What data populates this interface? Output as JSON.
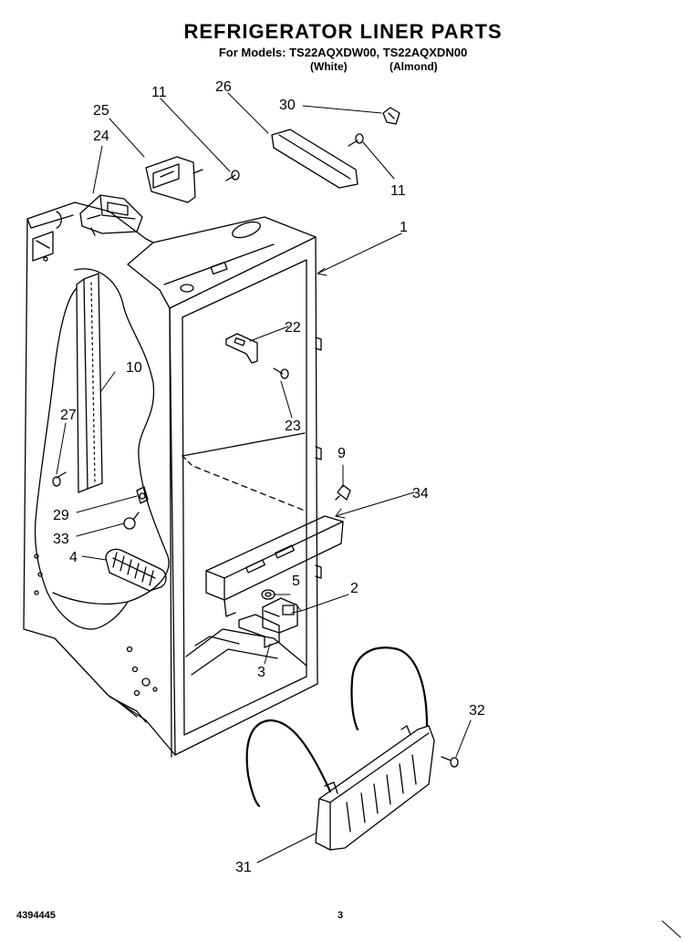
{
  "header": {
    "title": "REFRIGERATOR LINER PARTS",
    "models": "For Models: TS22AQXDW00, TS22AQXDN00",
    "color_white": "(White)",
    "color_almond": "(Almond)"
  },
  "footer": {
    "doc_number": "4394445",
    "page": "3"
  },
  "callouts": {
    "p1": "1",
    "p2": "2",
    "p3": "3",
    "p4": "4",
    "p5": "5",
    "p9": "9",
    "p10": "10",
    "p11a": "11",
    "p11b": "11",
    "p22": "22",
    "p23": "23",
    "p24": "24",
    "p25": "25",
    "p26": "26",
    "p27": "27",
    "p29": "29",
    "p30": "30",
    "p31": "31",
    "p32": "32",
    "p33": "33",
    "p34": "34"
  }
}
